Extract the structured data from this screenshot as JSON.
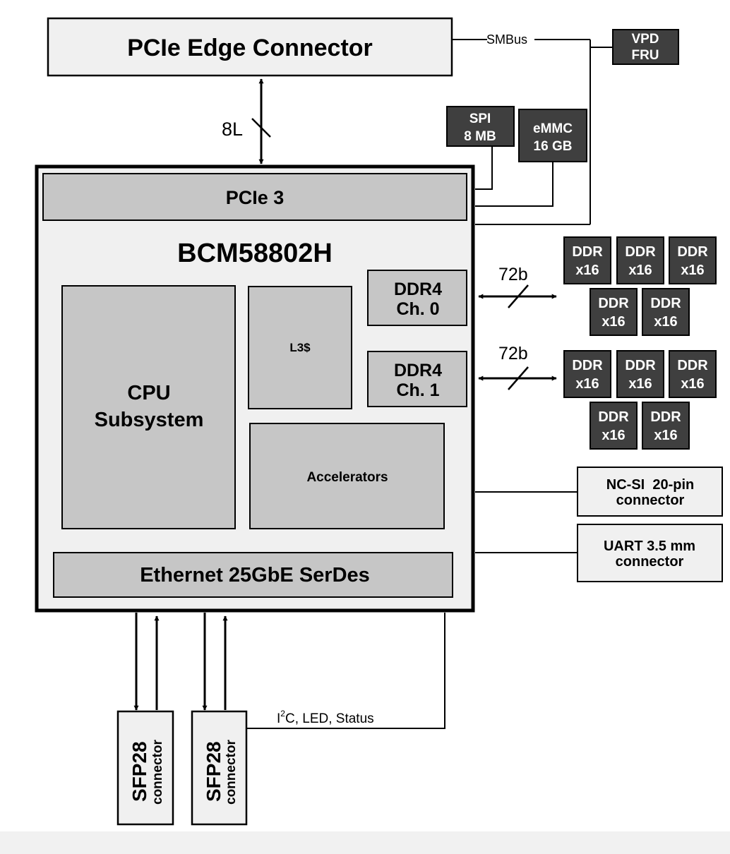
{
  "pcie_edge_connector": "PCIe Edge Connector",
  "smbus": "SMBus",
  "vpd_fru": [
    "VPD",
    "FRU"
  ],
  "spi": [
    "SPI",
    "8 MB"
  ],
  "emmc": [
    "eMMC",
    "16 GB"
  ],
  "lanes": "8L",
  "soc": {
    "pcie": "PCIe 3",
    "name": "BCM58802H",
    "cpu": [
      "CPU",
      "Subsystem"
    ],
    "l3": "L3$",
    "ddr4_ch0": [
      "DDR4",
      "Ch. 0"
    ],
    "ddr4_ch1": [
      "DDR4",
      "Ch. 1"
    ],
    "accelerators": "Accelerators",
    "ethernet": "Ethernet 25GbE SerDes"
  },
  "ddr_bus_width": "72b",
  "ddr_chip": [
    "DDR",
    "x16"
  ],
  "ncsi": [
    "NC-SI  20-pin",
    "connector"
  ],
  "uart": [
    "UART 3.5 mm",
    "connector"
  ],
  "i2c": {
    "prefix": "I",
    "superscript": "2",
    "suffix": "C, LED, Status"
  },
  "sfp28": [
    "SFP28",
    "connector"
  ],
  "colors": {
    "light_box": "#f0f0f0",
    "mid_box": "#c6c6c6",
    "dark_box": "#3f3f3f",
    "line": "#000000"
  }
}
